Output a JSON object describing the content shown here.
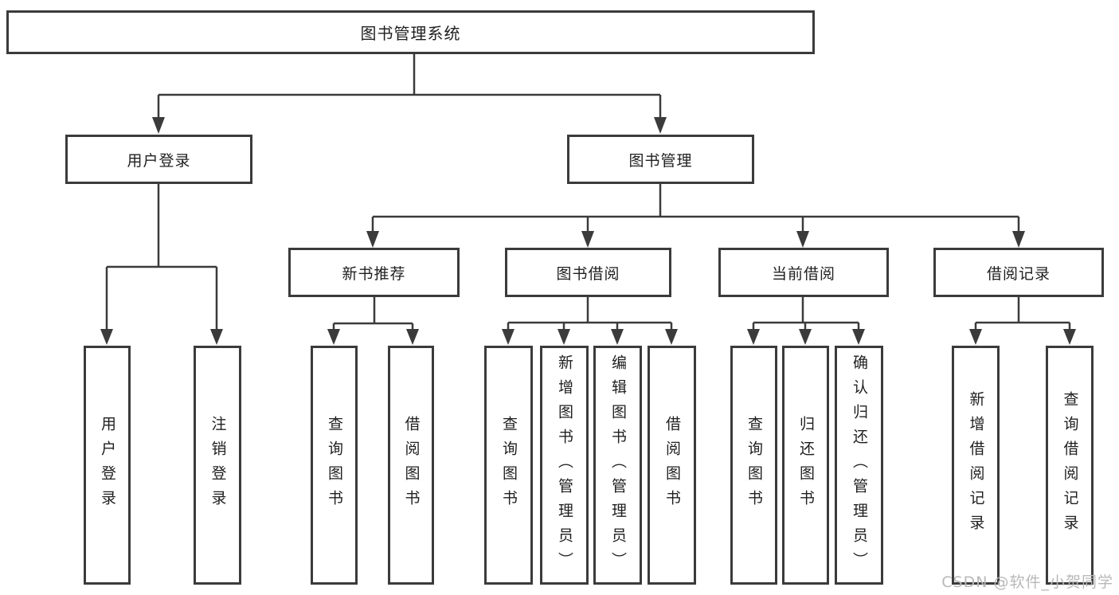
{
  "tree": {
    "root": {
      "label": "图书管理系统",
      "children": [
        {
          "label": "用户登录",
          "children": [
            {
              "label": "用户登录"
            },
            {
              "label": "注销登录"
            }
          ]
        },
        {
          "label": "图书管理",
          "children": [
            {
              "label": "新书推荐",
              "children": [
                {
                  "label": "查询图书"
                },
                {
                  "label": "借阅图书"
                }
              ]
            },
            {
              "label": "图书借阅",
              "children": [
                {
                  "label": "查询图书"
                },
                {
                  "label": "新增图书（管理员）"
                },
                {
                  "label": "编辑图书（管理员）"
                },
                {
                  "label": "借阅图书"
                }
              ]
            },
            {
              "label": "当前借阅",
              "children": [
                {
                  "label": "查询图书"
                },
                {
                  "label": "归还图书"
                },
                {
                  "label": "确认归还（管理员）"
                }
              ]
            },
            {
              "label": "借阅记录",
              "children": [
                {
                  "label": "新增借阅记录"
                },
                {
                  "label": "查询借阅记录"
                }
              ]
            }
          ]
        }
      ]
    }
  },
  "watermark": {
    "text": "CSDN @软件_小贺同学"
  },
  "colors": {
    "line": "#3b3b3b",
    "node_border": "#3b3b3b",
    "node_background": "#ffffff",
    "text": "#1f1f1f",
    "watermark": "#b8b8b8"
  }
}
